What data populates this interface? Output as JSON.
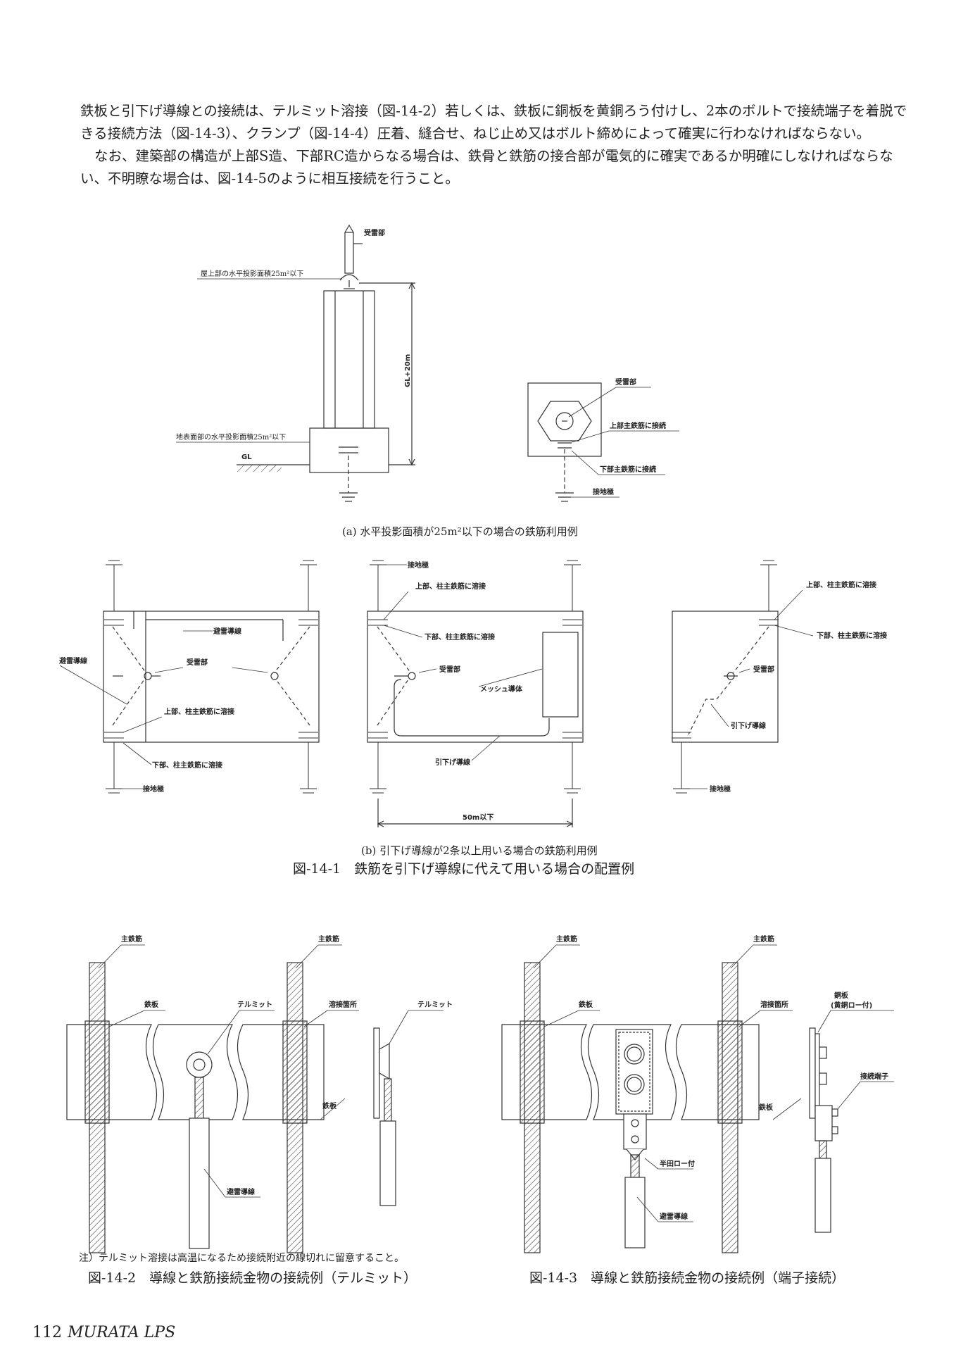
{
  "body_text": {
    "paragraph1": "鉄板と引下げ導線との接続は、テルミット溶接（図-14-2）若しくは、鉄板に銅板を黄銅ろう付けし、2本のボルトで接続端子を着脱できる接続方法（図-14-3）、クランプ（図-14-4）圧着、縫合せ、ねじ止め又はボルト締めによって確実に行わなければならない。",
    "paragraph2": "なお、建築部の構造が上部S造、下部RC造からなる場合は、鉄骨と鉄筋の接合部が電気的に確実であるか明確にしなければならない、不明瞭な場合は、図-14-5のように相互接続を行うこと。"
  },
  "figure_14_1": {
    "sub_a": {
      "caption": "(a) 水平投影面積が25m²以下の場合の鉄筋利用例",
      "labels": {
        "receptor": "受雷部",
        "roof_area": "屋上部の水平投影面積25m²以下",
        "height": "GL+20m",
        "ground_area": "地表面部の水平投影面積25m²以下",
        "gl": "GL",
        "receptor_plan": "受雷部",
        "upper_main_rebar": "上部主鉄筋に接続",
        "lower_main_rebar": "下部主鉄筋に接続",
        "ground_electrode": "接地極"
      }
    },
    "sub_b": {
      "caption": "(b) 引下げ導線が2条以上用いる場合の鉄筋利用例",
      "left": {
        "conductor": "避雷導線",
        "conductor_side": "避雷導線",
        "receptor": "受雷部",
        "upper_weld": "上部、柱主鉄筋に溶接",
        "lower_weld": "下部、柱主鉄筋に溶接",
        "ground_electrode": "接地極"
      },
      "middle": {
        "ground_electrode": "接地極",
        "upper_weld": "上部、柱主鉄筋に溶接",
        "lower_weld": "下部、柱主鉄筋に溶接",
        "receptor": "受雷部",
        "mesh": "メッシュ導体",
        "down_conductor": "引下げ導線",
        "span": "50m以下"
      },
      "right": {
        "upper_weld": "上部、柱主鉄筋に溶接",
        "lower_weld": "下部、柱主鉄筋に溶接",
        "receptor": "受雷部",
        "down_conductor": "引下げ導線",
        "ground_electrode": "接地極"
      }
    },
    "caption": "図-14-1　鉄筋を引下げ導線に代えて用いる場合の配置例"
  },
  "figure_14_2": {
    "labels": {
      "main_rebar_left": "主鉄筋",
      "main_rebar_right": "主鉄筋",
      "steel_plate": "鉄板",
      "thermit": "テルミット",
      "weld_point": "溶接箇所",
      "thermit_side": "テルミット",
      "steel_plate_side": "鉄板",
      "conductor": "避雷導線"
    },
    "note": "注）テルミット溶接は高温になるため接続附近の線切れに留意すること。",
    "caption": "図-14-2　導線と鉄筋接続金物の接続例（テルミット）"
  },
  "figure_14_3": {
    "labels": {
      "main_rebar_left": "主鉄筋",
      "main_rebar_right": "主鉄筋",
      "steel_plate": "鉄板",
      "weld_point": "溶接箇所",
      "copper_plate": "銅板",
      "copper_plate_note": "(黄銅ロー付)",
      "terminal": "接続端子",
      "steel_plate_side": "鉄板",
      "solder": "半田ロー付",
      "conductor": "避雷導線"
    },
    "caption": "図-14-3　導線と鉄筋接続金物の接続例（端子接続）"
  },
  "footer": {
    "page_number": "112",
    "brand": "MURATA LPS"
  }
}
